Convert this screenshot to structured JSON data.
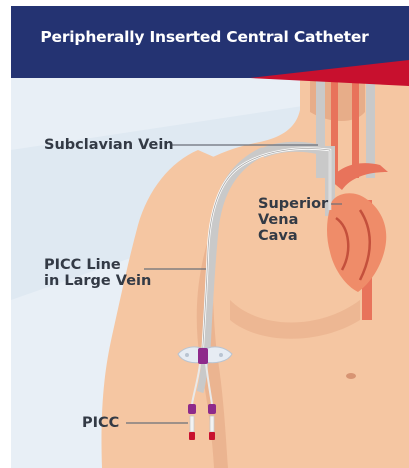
{
  "banner": {
    "title": "Peripherally Inserted Central Catheter",
    "background_color": "#243372",
    "accent_color": "#c8102e"
  },
  "labels": {
    "subclavian_vein": "Subclavian Vein",
    "superior_vena_cava": "Superior\nVena\nCava",
    "picc_line": "PICC Line\nin Large Vein",
    "picc": "PICC"
  },
  "colors": {
    "skin": "#f5c6a2",
    "skin_shadow": "#e7ad89",
    "vein": "#c9c9c9",
    "artery": "#e8735b",
    "heart": "#ef8c69",
    "catheter_hub": "#8e2a8b",
    "background_light": "#e8eff6"
  }
}
